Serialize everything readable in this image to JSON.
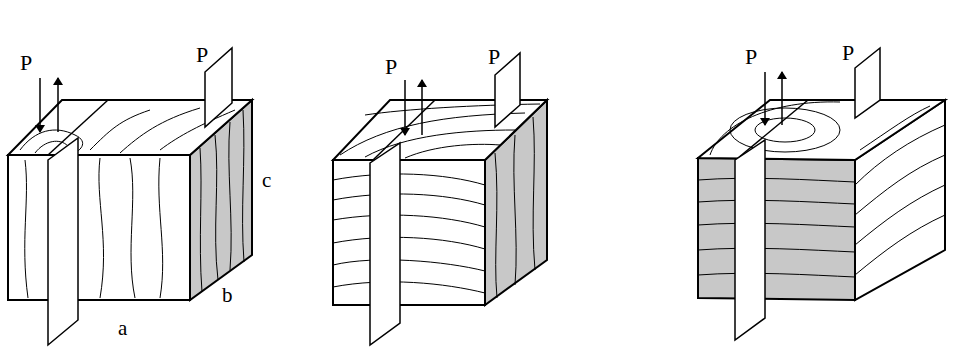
{
  "diagram": {
    "labels": [
      "P",
      "P",
      "c",
      "b",
      "a",
      "P",
      "P",
      "P",
      "P"
    ]
  }
}
